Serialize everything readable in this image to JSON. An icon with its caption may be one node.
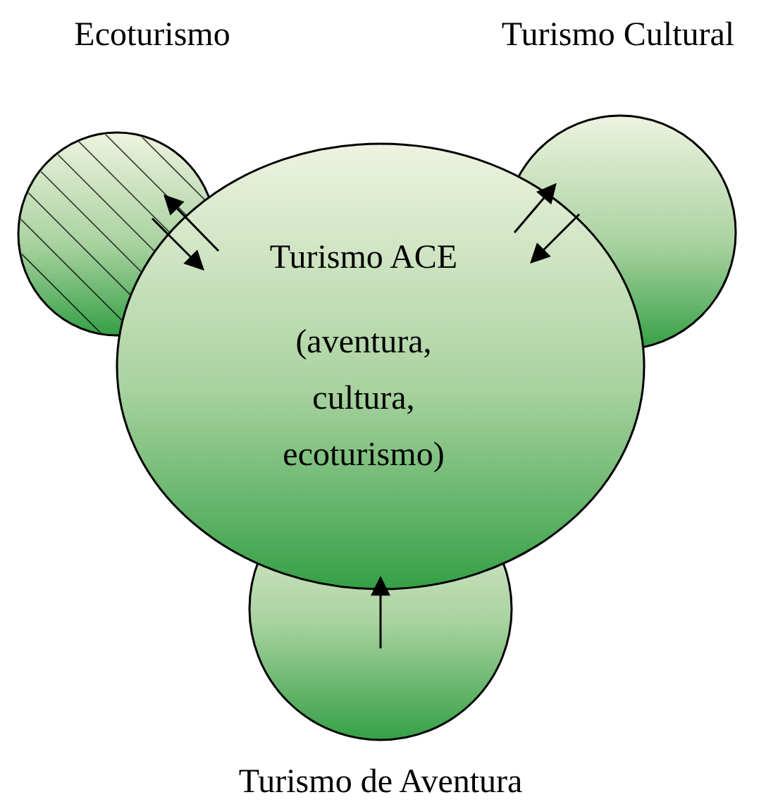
{
  "diagram": {
    "nodes": [
      {
        "text": [
          "Ecoturismo"
        ]
      },
      {
        "text": [
          "Turismo Cultural"
        ]
      },
      {
        "text": [
          "Turismo ACE",
          "(aventura, cultura, ecoturismo)"
        ]
      },
      {
        "text": [
          "Turismo de Aventura"
        ]
      }
    ],
    "edges": [
      {
        "from": 2,
        "to": 0,
        "arrow": "to"
      },
      {
        "from": 0,
        "to": 2,
        "arrow": "to"
      },
      {
        "from": 2,
        "to": 1,
        "arrow": "to"
      },
      {
        "from": 1,
        "to": 2,
        "arrow": "to"
      },
      {
        "from": 3,
        "to": 2,
        "arrow": "to"
      }
    ]
  }
}
